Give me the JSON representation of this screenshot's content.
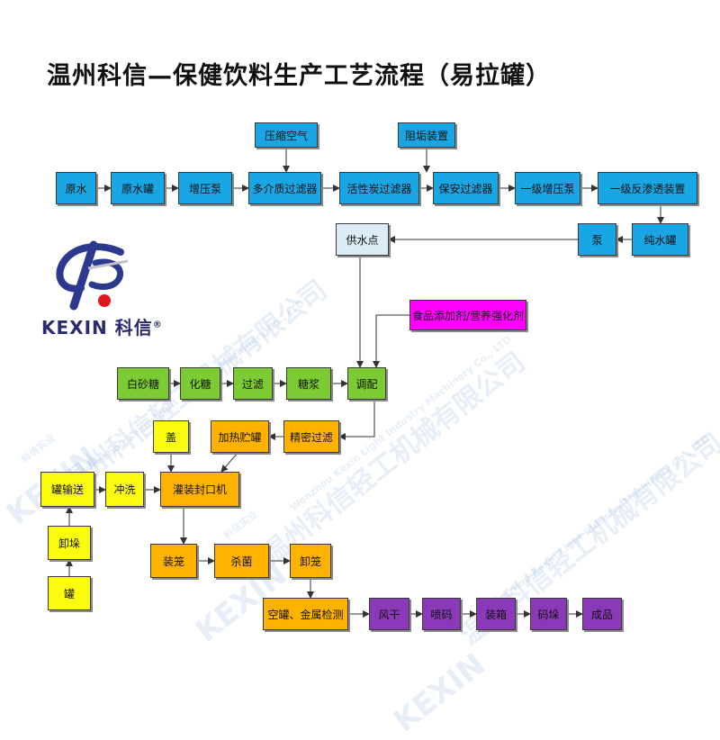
{
  "title": "温州科信—保健饮料生产工艺流程（易拉罐）",
  "logo": {
    "text": "KEXIN",
    "chinese": "科信",
    "mark": "®"
  },
  "watermark": {
    "cn": "温州科信轻工机械有限公司",
    "en": "Wenzhou Kexin Light Industry Machinery Co., LTD",
    "brand": "KEXIN",
    "slogan": "科信实业"
  },
  "nodes": {
    "yasuokongqi": "压缩空气",
    "zugouzhuangzhi": "阻垢装置",
    "yuanshui": "原水",
    "yuanshuiguan": "原水罐",
    "zengyabeng": "增压泵",
    "duojiezhi": "多介质过滤器",
    "huoxingtan": "活性炭过滤器",
    "baoan": "保安过滤器",
    "yijizengya": "一级增压泵",
    "fanshentou": "一级反渗透装置",
    "chunshuiguan": "纯水罐",
    "beng": "泵",
    "gongshuidian": "供水点",
    "tianjiaji": "食品添加剂/营养强化剂",
    "baishatang": "白砂糖",
    "huatang": "化糖",
    "guolv": "过滤",
    "tangjiang": "糖浆",
    "tiaopei": "调配",
    "jingmiguolv": "精密过滤",
    "jiarezhuchuguan": "加热贮罐",
    "gai": "盖",
    "guanshusong": "罐输送",
    "chongxi": "冲洗",
    "guanzhuang": "灌装封口机",
    "xieduo": "卸垛",
    "guan": "罐",
    "zhuanglong": "装笼",
    "shajun": "杀菌",
    "xielong": "卸笼",
    "jiance": "空罐、金属检测",
    "fenggan": "风干",
    "penma": "喷码",
    "zhuangxiang": "装箱",
    "maduo": "码垛",
    "chengpin": "成品"
  },
  "colors": {
    "water_treatment": "#18a6e4",
    "supply_point": "#dcecf7",
    "additive": "#ff00ff",
    "syrup": "#7ccb35",
    "filling": "#ffb200",
    "cans": "#fbfb10",
    "packing": "#8a3ab8"
  }
}
